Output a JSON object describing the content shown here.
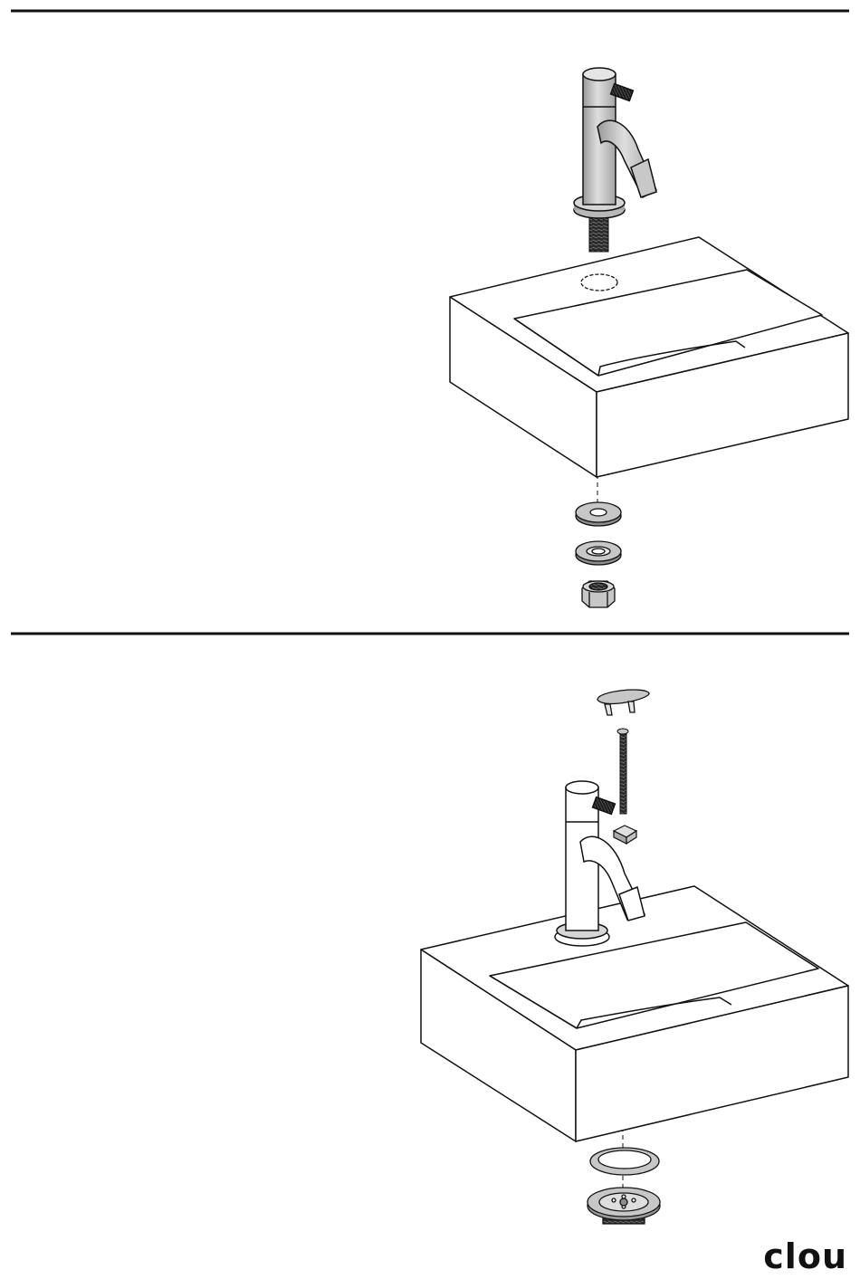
{
  "document": {
    "brand_logo": "clou",
    "steps": [
      {
        "name": "step-1-faucet-mount",
        "parts": [
          "faucet",
          "threaded-rod",
          "basin",
          "washer",
          "gasket-washer",
          "mounting-nut"
        ]
      },
      {
        "name": "step-2-drain-install",
        "parts": [
          "cap",
          "long-screw",
          "square-bracket",
          "faucet",
          "basin",
          "drain-seal-ring",
          "drain-strainer"
        ]
      }
    ],
    "colors": {
      "line": "#111111",
      "metal": "#c7c7c7",
      "metal_dark": "#8d8d8d",
      "paper": "#ffffff"
    }
  }
}
